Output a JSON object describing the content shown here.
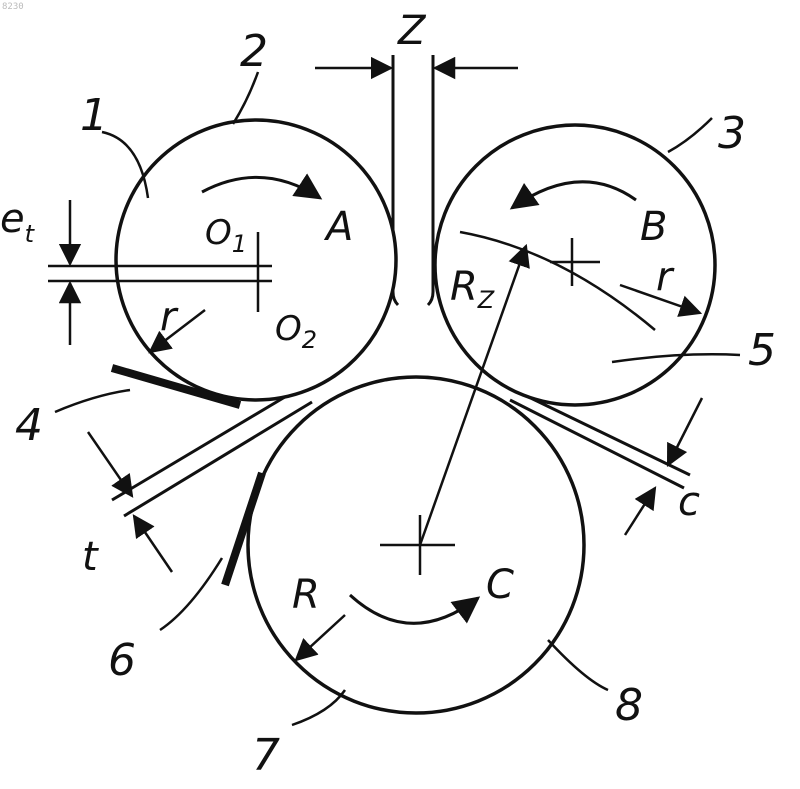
{
  "corner_mark": "8230",
  "numbers": [
    "1",
    "2",
    "3",
    "4",
    "5",
    "6",
    "7",
    "8"
  ],
  "roll_letters": {
    "a": "A",
    "b": "B",
    "c": "C"
  },
  "centers": {
    "o1_main": "O",
    "o1_sub": "1",
    "o2_main": "O",
    "o2_sub": "2"
  },
  "dimensions": {
    "z": "Z",
    "et_main": "e",
    "et_sub": "t",
    "t": "t",
    "c": "c",
    "r": "r",
    "R": "R",
    "Rz_main": "R",
    "Rz_sub": "Z"
  },
  "colors": {
    "ink": "#111111",
    "paper": "#ffffff"
  }
}
